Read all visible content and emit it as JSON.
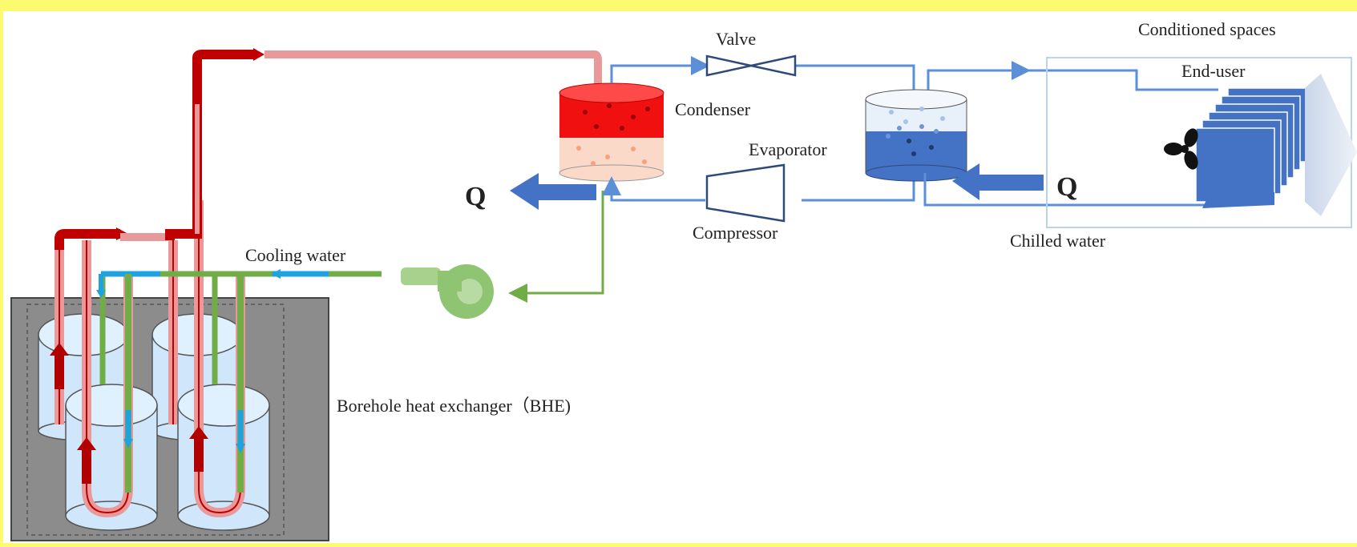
{
  "labels": {
    "valve": "Valve",
    "condenser": "Condenser",
    "evaporator": "Evaporator",
    "compressor": "Compressor",
    "chilled_water": "Chilled water",
    "cooling_water": "Cooling water",
    "bhe": "Borehole heat exchanger（BHE)",
    "conditioned_spaces": "Conditioned spaces",
    "end_user": "End-user",
    "q_left": "Q",
    "q_right": "Q"
  },
  "colors": {
    "background": "#fcfa6e",
    "hot_pipe": "#c00000",
    "hot_pipe_light": "#e89a9a",
    "cold_pipe": "#1fa3e0",
    "green_pipe": "#70ad47",
    "refrigerant_line": "#5b8fd6",
    "heat_arrow": "#4472c4",
    "ground": "#8c8c8c"
  },
  "icons": [
    "fan-icon",
    "pump-icon",
    "valve-icon",
    "compressor-icon"
  ]
}
